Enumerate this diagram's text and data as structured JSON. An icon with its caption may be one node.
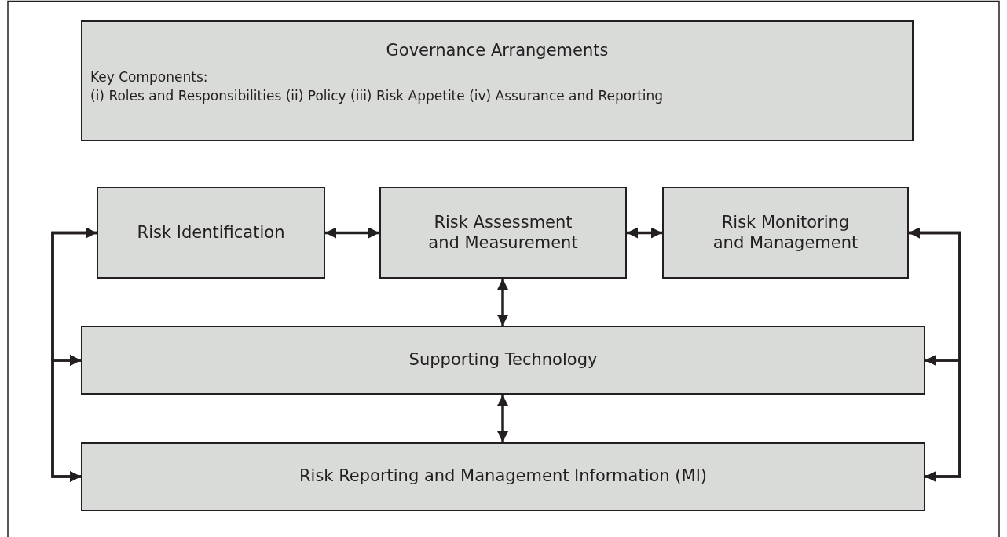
{
  "diagram": {
    "nodes": [
      {
        "text": [
          "Governance Arrangements",
          "Key Components:",
          "(i) Roles and Responsibilities (ii) Policy  (iii) Risk Appetite  (iv) Assurance and Reporting"
        ]
      },
      {
        "text": [
          "Risk Identification"
        ]
      },
      {
        "text": [
          "Risk Assessment and Measurement"
        ]
      },
      {
        "text": [
          "Risk Monitoring and Management"
        ]
      },
      {
        "text": [
          "Supporting Technology"
        ]
      },
      {
        "text": [
          "Risk Reporting and Management Information (MI)"
        ]
      }
    ],
    "edges": [
      {
        "from": 1,
        "to": 2,
        "arrow": "both"
      },
      {
        "from": 2,
        "to": 3,
        "arrow": "both"
      },
      {
        "from": 2,
        "to": 4,
        "arrow": "both"
      },
      {
        "from": 4,
        "to": 5,
        "arrow": "both"
      },
      {
        "from": 1,
        "to": 4,
        "arrow": "both"
      },
      {
        "from": 4,
        "to": 5,
        "arrow": "both"
      },
      {
        "from": 1,
        "to": 5,
        "arrow": "both"
      },
      {
        "from": 3,
        "to": 4,
        "arrow": "both"
      },
      {
        "from": 4,
        "to": 5,
        "arrow": "both"
      },
      {
        "from": 3,
        "to": 5,
        "arrow": "both"
      }
    ]
  }
}
